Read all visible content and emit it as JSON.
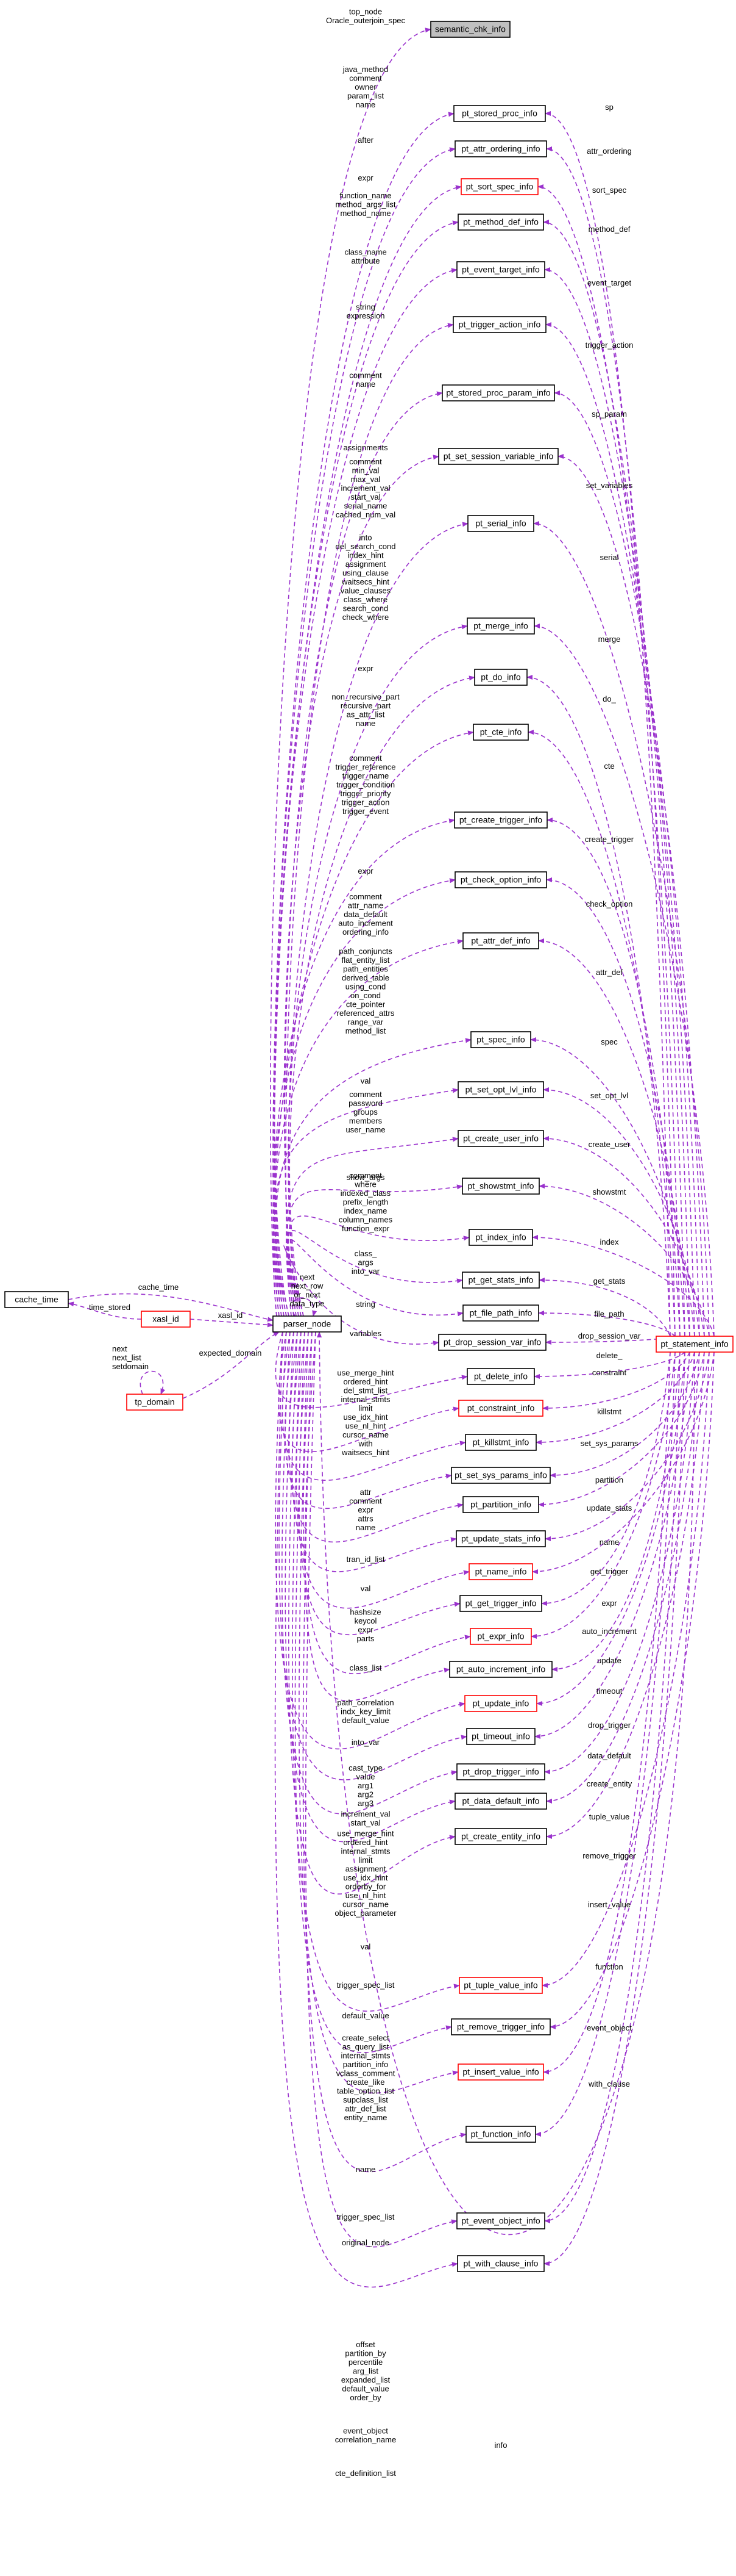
{
  "diagram": {
    "title": "",
    "nodes": [
      {
        "id": "semantic_chk_info",
        "label": "semantic_chk_info",
        "style": "grey"
      },
      {
        "id": "pt_stored_proc_info",
        "label": "pt_stored_proc_info"
      },
      {
        "id": "pt_attr_ordering_info",
        "label": "pt_attr_ordering_info"
      },
      {
        "id": "pt_sort_spec_info",
        "label": "pt_sort_spec_info",
        "style": "red"
      },
      {
        "id": "pt_method_def_info",
        "label": "pt_method_def_info"
      },
      {
        "id": "pt_event_target_info",
        "label": "pt_event_target_info"
      },
      {
        "id": "pt_trigger_action_info",
        "label": "pt_trigger_action_info"
      },
      {
        "id": "pt_stored_proc_param_info",
        "label": "pt_stored_proc_param_info"
      },
      {
        "id": "pt_set_session_variable_info",
        "label": "pt_set_session_variable_info"
      },
      {
        "id": "pt_serial_info",
        "label": "pt_serial_info"
      },
      {
        "id": "pt_merge_info",
        "label": "pt_merge_info"
      },
      {
        "id": "pt_do_info",
        "label": "pt_do_info"
      },
      {
        "id": "pt_cte_info",
        "label": "pt_cte_info"
      },
      {
        "id": "pt_create_trigger_info",
        "label": "pt_create_trigger_info"
      },
      {
        "id": "pt_check_option_info",
        "label": "pt_check_option_info"
      },
      {
        "id": "pt_attr_def_info",
        "label": "pt_attr_def_info"
      },
      {
        "id": "pt_spec_info",
        "label": "pt_spec_info"
      },
      {
        "id": "pt_set_opt_lvl_info",
        "label": "pt_set_opt_lvl_info"
      },
      {
        "id": "pt_create_user_info",
        "label": "pt_create_user_info"
      },
      {
        "id": "pt_showstmt_info",
        "label": "pt_showstmt_info"
      },
      {
        "id": "pt_index_info",
        "label": "pt_index_info"
      },
      {
        "id": "pt_get_stats_info",
        "label": "pt_get_stats_info"
      },
      {
        "id": "pt_file_path_info",
        "label": "pt_file_path_info"
      },
      {
        "id": "pt_drop_session_var_info",
        "label": "pt_drop_session_var_info"
      },
      {
        "id": "pt_delete_info",
        "label": "pt_delete_info"
      },
      {
        "id": "pt_constraint_info",
        "label": "pt_constraint_info",
        "style": "red"
      },
      {
        "id": "pt_killstmt_info",
        "label": "pt_killstmt_info"
      },
      {
        "id": "pt_set_sys_params_info",
        "label": "pt_set_sys_params_info"
      },
      {
        "id": "pt_partition_info",
        "label": "pt_partition_info"
      },
      {
        "id": "pt_update_stats_info",
        "label": "pt_update_stats_info"
      },
      {
        "id": "pt_name_info",
        "label": "pt_name_info",
        "style": "red"
      },
      {
        "id": "pt_get_trigger_info",
        "label": "pt_get_trigger_info"
      },
      {
        "id": "pt_expr_info",
        "label": "pt_expr_info",
        "style": "red"
      },
      {
        "id": "pt_auto_increment_info",
        "label": "pt_auto_increment_info"
      },
      {
        "id": "pt_update_info",
        "label": "pt_update_info",
        "style": "red"
      },
      {
        "id": "pt_timeout_info",
        "label": "pt_timeout_info"
      },
      {
        "id": "pt_drop_trigger_info",
        "label": "pt_drop_trigger_info"
      },
      {
        "id": "pt_data_default_info",
        "label": "pt_data_default_info"
      },
      {
        "id": "pt_create_entity_info",
        "label": "pt_create_entity_info"
      },
      {
        "id": "pt_tuple_value_info",
        "label": "pt_tuple_value_info",
        "style": "red"
      },
      {
        "id": "pt_remove_trigger_info",
        "label": "pt_remove_trigger_info"
      },
      {
        "id": "pt_insert_value_info",
        "label": "pt_insert_value_info",
        "style": "red"
      },
      {
        "id": "pt_function_info",
        "label": "pt_function_info"
      },
      {
        "id": "pt_event_object_info",
        "label": "pt_event_object_info"
      },
      {
        "id": "pt_with_clause_info",
        "label": "pt_with_clause_info"
      },
      {
        "id": "pt_statement_info",
        "label": "pt_statement_info",
        "style": "red"
      },
      {
        "id": "parser_node",
        "label": "parser_node"
      },
      {
        "id": "cache_time",
        "label": "cache_time"
      },
      {
        "id": "xasl_id",
        "label": "xasl_id",
        "style": "red"
      },
      {
        "id": "tp_domain",
        "label": "tp_domain",
        "style": "red"
      }
    ],
    "labels": {
      "top_node_lbl": [
        "top_node",
        "Oracle_outerjoin_spec"
      ],
      "spi_lbl": [
        "java_method",
        "comment",
        "owner",
        "param_list",
        "name"
      ],
      "aoi_lbl": [
        "after"
      ],
      "ssi_lbl": [
        "expr"
      ],
      "mdi_lbl": [
        "function_name",
        "method_args_list",
        "method_name"
      ],
      "eti_lbl": [
        "class_name",
        "attribute"
      ],
      "tai_lbl": [
        "string",
        "expression"
      ],
      "sppi_lbl": [
        "comment",
        "name"
      ],
      "ssvi_lbl": [
        "assignments"
      ],
      "seri_lbl": [
        "comment",
        "min_val",
        "max_val",
        "increment_val",
        "start_val",
        "serial_name",
        "cached_num_val"
      ],
      "mi_lbl": [
        "into",
        "del_search_cond",
        "index_hint",
        "assignment",
        "using_clause",
        "waitsecs_hint",
        "value_clauses",
        "class_where",
        "search_cond",
        "check_where"
      ],
      "doi_lbl": [
        "expr"
      ],
      "ctei_lbl": [
        "non_recursive_part",
        "recursive_part",
        "as_attr_list",
        "name"
      ],
      "cti_lbl": [
        "comment",
        "trigger_reference",
        "trigger_name",
        "trigger_condition",
        "trigger_priority",
        "trigger_action",
        "trigger_event"
      ],
      "coi_lbl": [
        "expr"
      ],
      "adi_lbl": [
        "comment",
        "attr_name",
        "data_default",
        "auto_increment",
        "ordering_info"
      ],
      "spec_lbl": [
        "path_conjuncts",
        "flat_entity_list",
        "path_entities",
        "derived_table",
        "using_cond",
        "on_cond",
        "cte_pointer",
        "referenced_attrs",
        "range_var",
        "method_list"
      ],
      "soli_lbl": [
        "val"
      ],
      "cui_lbl": [
        "comment",
        "password",
        "groups",
        "members",
        "user_name"
      ],
      "shi_lbl": [
        "show_args"
      ],
      "idx_lbl": [
        "comment",
        "where",
        "indexed_class",
        "prefix_length",
        "index_name",
        "column_names",
        "function_expr"
      ],
      "gsi_lbl": [
        "class_",
        "args",
        "into_var"
      ],
      "fpi_lbl": [
        "string"
      ],
      "dsvi_lbl": [
        "variables"
      ],
      "del_lbl": [
        "use_merge_hint",
        "ordered_hint",
        "del_stmt_list",
        "internal_stmts",
        "limit",
        "use_idx_hint",
        "use_nl_hint",
        "cursor_name",
        "with",
        "waitsecs_hint"
      ],
      "cons_lbl": [
        "attr",
        "comment",
        "expr",
        "attrs",
        "name"
      ],
      "kill_lbl": [
        "tran_id_list"
      ],
      "ssp_lbl": [
        "val"
      ],
      "part_lbl": [
        "hashsize",
        "keycol",
        "expr",
        "parts"
      ],
      "ups_lbl": [
        "class_list"
      ],
      "name_lbl": [
        "path_correlation",
        "indx_key_limit",
        "default_value"
      ],
      "gti_lbl": [
        "into_var"
      ],
      "expr_lbl": [
        "cast_type",
        "value",
        "arg1",
        "arg2",
        "arg3"
      ],
      "aii_lbl": [
        "increment_val",
        "start_val"
      ],
      "upd_lbl": [
        "use_merge_hint",
        "ordered_hint",
        "internal_stmts",
        "limit",
        "assignment",
        "use_idx_hint",
        "orderby_for",
        "use_nl_hint",
        "cursor_name",
        "object_parameter"
      ],
      "to_lbl": [
        "val"
      ],
      "dti_lbl": [
        "trigger_spec_list"
      ],
      "ddi_lbl": [
        "default_value"
      ],
      "cei_lbl": [
        "create_select",
        "as_query_list",
        "internal_stmts",
        "partition_info",
        "vclass_comment",
        "create_like",
        "table_option_list",
        "supclass_list",
        "attr_def_list",
        "entity_name"
      ],
      "tvi_lbl": [
        "name"
      ],
      "rti_lbl": [
        "trigger_spec_list"
      ],
      "ivi_lbl": [
        "original_node"
      ],
      "fi_lbl": [
        "offset",
        "partition_by",
        "percentile",
        "arg_list",
        "expanded_list",
        "default_value",
        "order_by"
      ],
      "eoi_lbl": [
        "event_object",
        "correlation_name"
      ],
      "wci_lbl": [
        "cte_definition_list"
      ],
      "next_lbl": [
        "next",
        "next_row",
        "or_next",
        "data_type"
      ],
      "cache_time_lbl": [
        "cache_time"
      ],
      "time_stored_lbl": [
        "time_stored"
      ],
      "xasl_lbl": [
        "xasl_id"
      ],
      "expdom_lbl": [
        "expected_domain"
      ],
      "tpdom_self_lbl": [
        "next",
        "next_list",
        "setdomain"
      ],
      "info_lbl": [
        "info"
      ],
      "r_sp": [
        "sp"
      ],
      "r_attr_ordering": [
        "attr_ordering"
      ],
      "r_sort_spec": [
        "sort_spec"
      ],
      "r_method_def": [
        "method_def"
      ],
      "r_event_target": [
        "event_target"
      ],
      "r_trigger_action": [
        "trigger_action"
      ],
      "r_sp_param": [
        "sp_param"
      ],
      "r_set_variables": [
        "set_variables"
      ],
      "r_serial": [
        "serial"
      ],
      "r_merge": [
        "merge"
      ],
      "r_do": [
        "do_"
      ],
      "r_cte": [
        "cte"
      ],
      "r_create_trigger": [
        "create_trigger"
      ],
      "r_check_option": [
        "check_option"
      ],
      "r_attr_def": [
        "attr_def"
      ],
      "r_spec": [
        "spec"
      ],
      "r_set_opt_lvl": [
        "set_opt_lvl"
      ],
      "r_create_user": [
        "create_user"
      ],
      "r_showstmt": [
        "showstmt"
      ],
      "r_index": [
        "index"
      ],
      "r_get_stats": [
        "get_stats"
      ],
      "r_file_path": [
        "file_path"
      ],
      "r_drop_session_var": [
        "drop_session_var"
      ],
      "r_delete": [
        "delete_"
      ],
      "r_constraint": [
        "constraint"
      ],
      "r_killstmt": [
        "killstmt"
      ],
      "r_set_sys_params": [
        "set_sys_params"
      ],
      "r_partition": [
        "partition"
      ],
      "r_update_stats": [
        "update_stats"
      ],
      "r_name": [
        "name"
      ],
      "r_get_trigger": [
        "get_trigger"
      ],
      "r_expr": [
        "expr"
      ],
      "r_auto_increment": [
        "auto_increment"
      ],
      "r_update": [
        "update"
      ],
      "r_timeout": [
        "timeout"
      ],
      "r_drop_trigger": [
        "drop_trigger"
      ],
      "r_data_default": [
        "data_default"
      ],
      "r_create_entity": [
        "create_entity"
      ],
      "r_tuple_value": [
        "tuple_value"
      ],
      "r_remove_trigger": [
        "remove_trigger"
      ],
      "r_insert_value": [
        "insert_value"
      ],
      "r_function": [
        "function"
      ],
      "r_event_object": [
        "event_object"
      ],
      "r_with_clause": [
        "with_clause"
      ]
    },
    "colors": {
      "edge": "#9a32cd",
      "box_border": "#000000",
      "red_border": "#ff0000",
      "grey_fill": "#c0c0c0"
    }
  }
}
